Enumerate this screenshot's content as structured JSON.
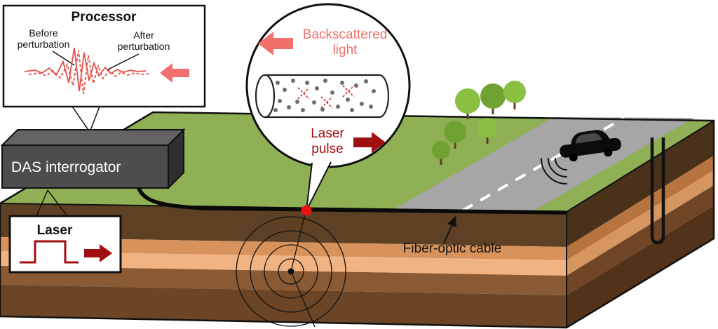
{
  "colors": {
    "pink": "#f2706c",
    "dark_red": "#a01010",
    "wave_red": "#ea4f4a",
    "grass": "#8fb054",
    "road": "#a6a6a6",
    "tree_light": "#8cc043",
    "tree_dark": "#6fa233",
    "trunk": "#5d4024",
    "soil1": "#5e4124",
    "soil2": "#d8925c",
    "soil3": "#f2b382",
    "soil4": "#8a5a34",
    "soil5": "#6b4526",
    "soil1s": "#4a311a",
    "soil2s": "#b8743e",
    "soil3s": "#d6965f",
    "soil4s": "#6f4526",
    "soil5s": "#523218",
    "box_front": "#4d4d4d",
    "box_top": "#636363",
    "box_side": "#2f2f2f",
    "dot_red": "#e81313",
    "scatter_gray": "#6e6e6e"
  },
  "processor": {
    "title": "Processor",
    "before_l1": "Before",
    "before_l2": "perturbation",
    "after_l1": "After",
    "after_l2": "perturbation"
  },
  "interrogator": {
    "label": "DAS interrogator"
  },
  "laser_box": {
    "title": "Laser"
  },
  "magnifier": {
    "backscattered_l1": "Backscattered",
    "backscattered_l2": "light",
    "laser_pulse_l1": "Laser",
    "laser_pulse_l2": "pulse"
  },
  "labels": {
    "fiber_cable": "Fiber-optic cable"
  }
}
